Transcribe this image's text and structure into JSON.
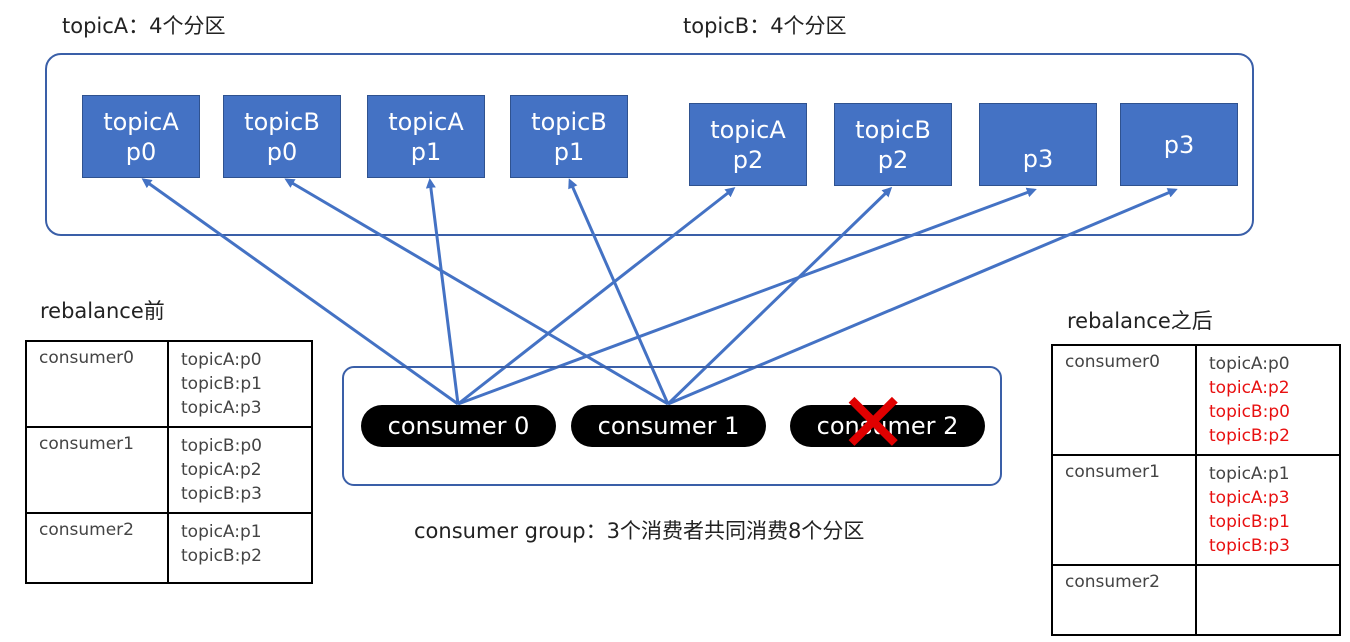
{
  "topic_a_heading": "topicA：4个分区",
  "topic_b_heading": "topicB：4个分区",
  "partitions": [
    {
      "line1": "topicA",
      "line2": "p0"
    },
    {
      "line1": "topicB",
      "line2": "p0"
    },
    {
      "line1": "topicA",
      "line2": "p1"
    },
    {
      "line1": "topicB",
      "line2": "p1"
    },
    {
      "line1": "topicA",
      "line2": "p2"
    },
    {
      "line1": "topicB",
      "line2": "p2"
    },
    {
      "line1": "",
      "line2": "p3"
    },
    {
      "line1": "",
      "line2": "p3"
    }
  ],
  "consumers": [
    "consumer 0",
    "consumer 1",
    "consumer 2"
  ],
  "removed_consumer_mark": "✕",
  "group_caption": "consumer group：3个消费者共同消费8个分区",
  "before": {
    "title": "rebalance前",
    "rows": [
      {
        "consumer": "consumer0",
        "partitions": [
          "topicA:p0",
          "topicB:p1",
          "topicA:p3"
        ]
      },
      {
        "consumer": "consumer1",
        "partitions": [
          "topicB:p0",
          "topicA:p2",
          "topicB:p3"
        ]
      },
      {
        "consumer": "consumer2",
        "partitions": [
          "topicA:p1",
          "topicB:p2"
        ]
      }
    ]
  },
  "after": {
    "title": "rebalance之后",
    "rows": [
      {
        "consumer": "consumer0",
        "partitions": [
          "topicA:p0"
        ],
        "new_partitions": [
          "topicA:p2",
          "topicB:p0",
          "topicB:p2"
        ]
      },
      {
        "consumer": "consumer1",
        "partitions": [
          "topicA:p1"
        ],
        "new_partitions": [
          "topicA:p3",
          "topicB:p1",
          "topicB:p3"
        ]
      },
      {
        "consumer": "consumer2",
        "partitions": [],
        "new_partitions": []
      }
    ]
  },
  "colors": {
    "partition_fill": "#4472c4",
    "arrow": "#4472c4",
    "highlight": "#e81010",
    "consumer_pill": "#000000"
  }
}
